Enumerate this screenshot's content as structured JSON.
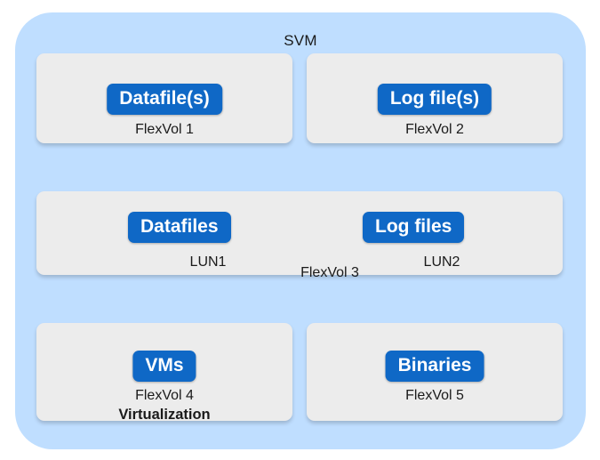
{
  "diagram": {
    "title": "SVM",
    "container_color": "#bfdeff",
    "card_color": "#ececec",
    "badge_color": "#0f68c6",
    "badge_text_color": "#ffffff",
    "text_color": "#1a1a1a"
  },
  "volumes": [
    {
      "id": "flexvol1",
      "badge": "Datafile(s)",
      "caption": "FlexVol 1"
    },
    {
      "id": "flexvol2",
      "badge": "Log file(s)",
      "caption": "FlexVol 2"
    },
    {
      "id": "flexvol3",
      "caption": "FlexVol 3",
      "luns": [
        {
          "badge": "Datafiles",
          "caption": "LUN1"
        },
        {
          "badge": "Log files",
          "caption": "LUN2"
        }
      ]
    },
    {
      "id": "flexvol4",
      "badge": "VMs",
      "caption": "FlexVol 4",
      "subcaption": "Virtualization"
    },
    {
      "id": "flexvol5",
      "badge": "Binaries",
      "caption": "FlexVol 5"
    }
  ]
}
